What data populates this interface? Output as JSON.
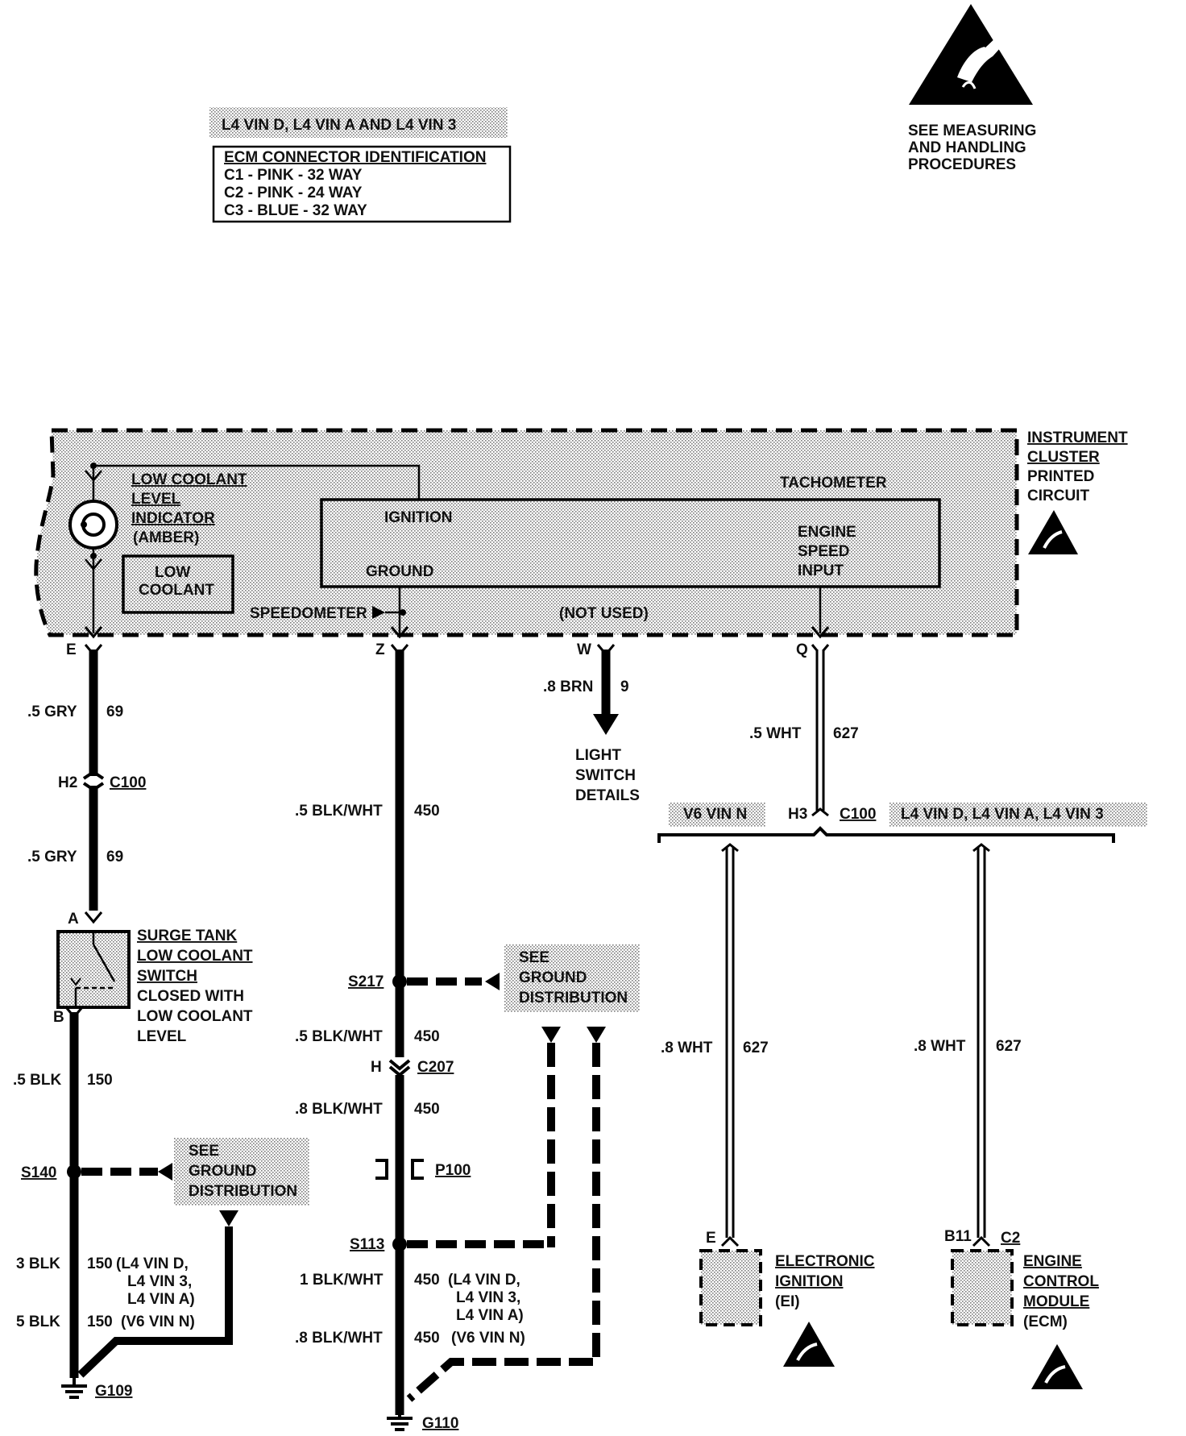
{
  "esd_notice": {
    "line1": "SEE MEASURING",
    "line2": "AND HANDLING",
    "line3": "PROCEDURES"
  },
  "engine_variants_box": "L4 VIN D, L4 VIN A AND L4 VIN 3",
  "ecm_connector_table": {
    "title": "ECM CONNECTOR IDENTIFICATION",
    "rows": [
      "C1 - PINK - 32 WAY",
      "C2 - PINK - 24 WAY",
      "C3 - BLUE - 32 WAY"
    ]
  },
  "instrument_cluster": {
    "label": [
      "INSTRUMENT",
      "CLUSTER",
      "PRINTED",
      "CIRCUIT"
    ],
    "low_coolant_indicator": [
      "LOW COOLANT",
      "LEVEL",
      "INDICATOR",
      "(AMBER)"
    ],
    "low_coolant_lamp_text": [
      "LOW",
      "COOLANT"
    ],
    "tachometer": {
      "title": "TACHOMETER",
      "ignition": "IGNITION",
      "ground": "GROUND",
      "engine_speed_input": [
        "ENGINE",
        "SPEED",
        "INPUT"
      ]
    },
    "speedometer": "SPEEDOMETER",
    "not_used": "(NOT USED)",
    "pins": {
      "e": "E",
      "z": "Z",
      "w": "W",
      "q": "Q"
    }
  },
  "circuit_69": {
    "wire_upper": ".5 GRY",
    "num_upper": "69",
    "connector_pin": "H2",
    "connector": "C100",
    "wire_lower": ".5 GRY",
    "num_lower": "69"
  },
  "surge_tank_switch": {
    "pin_top": "A",
    "pin_bottom": "B",
    "label": [
      "SURGE TANK",
      "LOW COOLANT",
      "SWITCH",
      "CLOSED WITH",
      "LOW COOLANT",
      "LEVEL"
    ]
  },
  "circuit_150": {
    "wire": ".5 BLK",
    "num": "150",
    "splice": "S140",
    "see_ground": [
      "SEE",
      "GROUND",
      "DISTRIBUTION"
    ],
    "wire_a": "3 BLK",
    "num_a": "150",
    "desc_a": [
      "(L4 VIN D,",
      "L4 VIN 3,",
      "L4 VIN A)"
    ],
    "wire_b": "5 BLK",
    "num_b": "150",
    "desc_b": "(V6 VIN N)",
    "ground": "G109"
  },
  "circuit_450": {
    "wire1": ".5 BLK/WHT",
    "num1": "450",
    "splice1": "S217",
    "see_ground": [
      "SEE",
      "GROUND",
      "DISTRIBUTION"
    ],
    "wire2": ".5 BLK/WHT",
    "num2": "450",
    "connector_pin": "H",
    "connector": "C207",
    "wire3": ".8 BLK/WHT",
    "num3": "450",
    "pass_through": "P100",
    "splice2": "S113",
    "wire4": "1 BLK/WHT",
    "num4": "450",
    "desc4": [
      "(L4 VIN D,",
      "L4 VIN 3,",
      "L4 VIN A)"
    ],
    "wire5": ".8 BLK/WHT",
    "num5": "450",
    "desc5": "(V6 VIN N)",
    "ground": "G110"
  },
  "circuit_9": {
    "wire": ".8 BRN",
    "num": "9",
    "destination": [
      "LIGHT",
      "SWITCH",
      "DETAILS"
    ]
  },
  "circuit_627": {
    "wire_top": ".5 WHT",
    "num_top": "627",
    "connector_pin": "H3",
    "connector": "C100",
    "variant_left": "V6 VIN N",
    "variant_right": "L4 VIN D, L4 VIN A, L4 VIN 3",
    "wire_left": ".8 WHT",
    "num_left": "627",
    "wire_right": ".8 WHT",
    "num_right": "627"
  },
  "electronic_ignition": {
    "pin": "E",
    "label": [
      "ELECTRONIC",
      "IGNITION",
      "(EI)"
    ]
  },
  "engine_control_module": {
    "pin": "B11",
    "connector": "C2",
    "label": [
      "ENGINE",
      "CONTROL",
      "MODULE",
      "(ECM)"
    ]
  }
}
